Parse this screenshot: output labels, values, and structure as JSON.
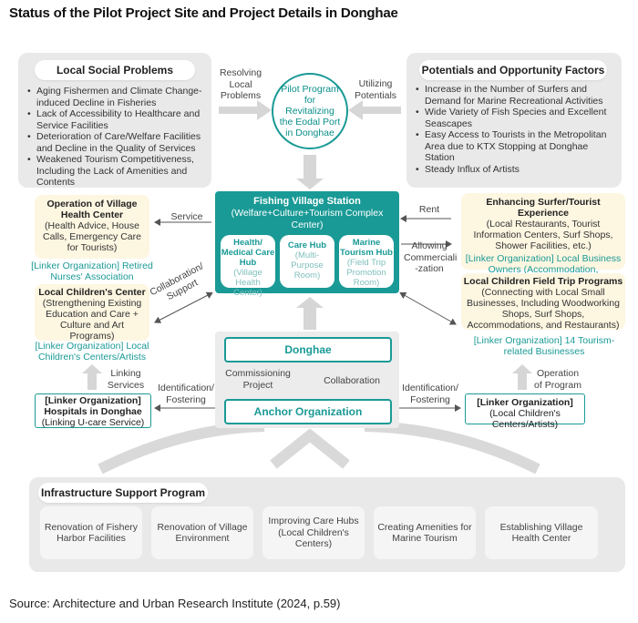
{
  "title": "Status of the Pilot Project Site and Project Details in Donghae",
  "source": "Source: Architecture and Urban Research Institute (2024, p.59)",
  "social": {
    "heading": "Local Social Problems",
    "items": [
      "Aging Fishermen and Climate Change-induced Decline in Fisheries",
      "Lack of Accessibility to Healthcare and Service Facilities",
      "Deterioration of Care/Welfare Facilities and Decline in the Quality of Services",
      "Weakened Tourism Competitiveness, Including the Lack of Amenities and Contents"
    ]
  },
  "resolving": "Resolving Local Problems",
  "pilot": "Pilot Program for Revitalizing the Eodal Port in Donghae",
  "utilizing": "Utilizing Potentials",
  "potentials": {
    "heading": "Potentials and Opportunity Factors",
    "items": [
      "Increase in the Number of Surfers and Demand for Marine Recreational Activities",
      "Wide Variety of Fish Species and Excellent Seascapes",
      "Easy Access to Tourists in the Metropolitan Area due to KTX Stopping at Donghae Station",
      "Steady Influx of Artists"
    ]
  },
  "station": {
    "title": "Fishing Village Station",
    "subtitle": "(Welfare+Culture+Tourism Complex Center)",
    "hubs": [
      {
        "title": "Health/ Medical Care Hub",
        "note": "(Village Health Center)"
      },
      {
        "title": "Care Hub",
        "note": "(Multi-Purpose Room)"
      },
      {
        "title": "Marine Tourism Hub",
        "note": "(Field Trip Promotion Room)"
      }
    ]
  },
  "village_health": {
    "title": "Operation of Village Health Center",
    "text": "(Health Advice, House Calls, Emergency Care for Tourists)",
    "linker": "[Linker Organization] Retired Nurses' Association"
  },
  "children_center": {
    "title": "Local Children's Center",
    "text": "(Strengthening Existing Education and Care + Culture and Art Programs)",
    "linker": "[Linker Organization] Local Children's Centers/Artists"
  },
  "surfer": {
    "title": "Enhancing Surfer/Tourist Experience",
    "text": "(Local Restaurants, Tourist Information Centers, Surf Shops, Shower Facilities, etc.)",
    "linker": "[Linker Organization] Local Business Owners (Accommodation, Restaurants)"
  },
  "field_trip": {
    "title": "Local Children Field Trip Programs",
    "text": "(Connecting with Local Small Businesses, Including Woodworking Shops, Surf Shops, Accommodations, and Restaurants)",
    "linker": "[Linker Organization] 14 Tourism-related Businesses"
  },
  "labels": {
    "service": "Service",
    "rent": "Rent",
    "allowing": "Allowing Commerciali -zation",
    "collab_support": "Collaboration/ Support",
    "linking": "Linking Services",
    "ident_left": "Identification/ Fostering",
    "ident_right": "Identification/ Fostering",
    "operation": "Operation of Program",
    "commissioning": "Commissioning Project",
    "collaboration": "Collaboration"
  },
  "donghae": "Donghae",
  "anchor": "Anchor Organization",
  "hospital": {
    "linker": "[Linker Organization]",
    "text": "Hospitals in Donghae",
    "note": "(Linking U-care Service)"
  },
  "children_linker": {
    "linker": "[Linker Organization]",
    "text": "(Local Children's Centers/Artists)"
  },
  "infra": {
    "heading": "Infrastructure Support Program",
    "items": [
      "Renovation of Fishery Harbor Facilities",
      "Renovation of Village Environment",
      "Improving Care Hubs (Local Children's Centers)",
      "Creating Amenities for Marine Tourism",
      "Establishing Village Health Center"
    ]
  },
  "colors": {
    "teal": "#1a9a96",
    "cream": "#fdf6e1",
    "gray": "#e9e9e9"
  }
}
